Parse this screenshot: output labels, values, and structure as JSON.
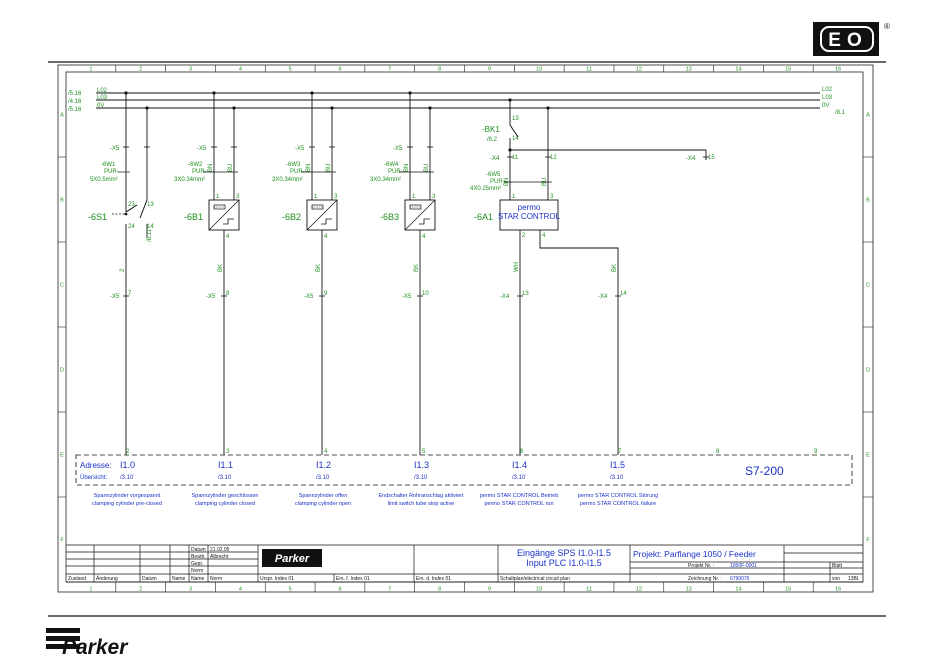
{
  "logo": {
    "eo_text": "EO",
    "registered": "®",
    "parker_text": "Parker"
  },
  "frame": {
    "columns": [
      "1",
      "2",
      "3",
      "4",
      "5",
      "6",
      "7",
      "8",
      "9",
      "10",
      "11",
      "12",
      "13",
      "14",
      "15",
      "16"
    ],
    "rows": [
      "A",
      "B",
      "C",
      "D",
      "E",
      "F"
    ]
  },
  "rails": [
    {
      "left": "/5.16",
      "name": "L02",
      "right_label": "L02"
    },
    {
      "left": "/4.16",
      "name": "L03",
      "right_label": "L03"
    },
    {
      "left": "/5.16",
      "name": "0V",
      "right_label": "0V",
      "right_ref": "/8.1"
    }
  ],
  "circuits": {
    "s1": {
      "term_top": "-X5",
      "cable": "-6W1",
      "cable_type": "PUR-",
      "cable_size": "5X0.5mm²",
      "pin_a": "23",
      "pin_b": "13",
      "pin_c": "24",
      "pin_d": "14",
      "name": "-6S1",
      "ref": "/6.11",
      "mid": "2",
      "term_bottom": "-X5",
      "term_num": "7"
    },
    "b1": {
      "term_top": "-X5",
      "cable": "-6W2",
      "cable_type": "PUR-",
      "cable_size": "3X0.34mm²",
      "wire1": "BN",
      "wire2": "BU",
      "pin1": "1",
      "pin3": "3",
      "pin4": "4",
      "name": "-6B1",
      "wire_out": "BK",
      "term_bottom": "-X5",
      "term_num": "8"
    },
    "b2": {
      "term_top": "-X5",
      "cable": "-6W3",
      "cable_type": "PUR-",
      "cable_size": "3X0.34mm²",
      "wire1": "BN",
      "wire2": "BU",
      "pin1": "1",
      "pin3": "3",
      "pin4": "4",
      "name": "-6B2",
      "wire_out": "BK",
      "term_bottom": "-X5",
      "term_num": "9"
    },
    "b3": {
      "term_top": "-X5",
      "cable": "-6W4",
      "cable_type": "PUR-",
      "cable_size": "3X0.34mm²",
      "wire1": "BN",
      "wire2": "BU",
      "pin1": "1",
      "pin3": "3",
      "pin4": "4",
      "name": "-6B3",
      "wire_out": "BK",
      "term_bottom": "-X5",
      "term_num": "10"
    },
    "a1": {
      "relay": "-BK1",
      "relay_ref": "/8.2",
      "relay_pin_top": "13",
      "relay_pin_bot": "14",
      "term_top": "-X4",
      "pin11": "11",
      "pin12": "12",
      "cable": "-6W5",
      "cable_type": "PUR-",
      "cable_size": "4X0.25mm²",
      "wire1": "BN",
      "wire2": "BU",
      "pin1": "1",
      "pin3": "3",
      "pin2": "2",
      "pin4": "4",
      "box_line1": "permo",
      "box_line2": "STAR CONTROL",
      "name": "-6A1",
      "wire_out1": "WH",
      "wire_out2": "BK",
      "term_b1": "-X4",
      "term_b1_num": "13",
      "term_b2": "-X4",
      "term_b2_num": "14",
      "term_right": "-X4",
      "term_right_num": "15"
    }
  },
  "plc": {
    "addr_label": "Adresse:",
    "overview_label": "Übersicht:",
    "pins": [
      "2",
      "3",
      "4",
      "5",
      "6",
      "7",
      "8",
      "9"
    ],
    "inputs": [
      {
        "addr": "I1.0",
        "ref": "/3.10"
      },
      {
        "addr": "I1.1",
        "ref": "/3.10"
      },
      {
        "addr": "I1.2",
        "ref": "/3.10"
      },
      {
        "addr": "I1.3",
        "ref": "/3.10"
      },
      {
        "addr": "I1.4",
        "ref": "/3.10"
      },
      {
        "addr": "I1.5",
        "ref": "/3.10"
      }
    ],
    "model": "S7-200"
  },
  "descriptions": [
    {
      "de": "Spannzylinder vorgespannt",
      "en": "clamping cylinder pre-closed"
    },
    {
      "de": "Spannzylinder geschlossen",
      "en": "clamping cylinder closed"
    },
    {
      "de": "Spannzylinder offen",
      "en": "clamping cylinder open"
    },
    {
      "de": "Endschalter Rohranschlag aktiviert",
      "en": "limit switch tube stop active"
    },
    {
      "de": "permo STAR CONTROL Betrieb",
      "en": "permo STAR CONTROL run"
    },
    {
      "de": "permo STAR CONTROL Störung",
      "en": "permo STAR CONTROL failure"
    }
  ],
  "titleblock": {
    "datum": "Datum",
    "datum_val": "21.02.05",
    "bearb": "Bearb.",
    "bearb_val": "Albrecht",
    "gepr": "Gepr.",
    "norm": "Norm",
    "zustand": "Zustand",
    "aenderung": "Änderung",
    "datum2": "Datum",
    "name": "Name",
    "name2": "Name",
    "norm2": "Norm",
    "urspr": "Urspr. Index 01",
    "ers1": "Ers. f. Index 01",
    "ers2": "Ers. d. Index 01",
    "title_de": "Eingänge SPS I1.0-I1.5",
    "title_en": "Input PLC I1.0-I1.5",
    "subtitle": "Schaltplan/electrical circuit plan",
    "project": "Projekt: Parflange 1050 / Feeder",
    "projekt_nr_label": "Projekt Nr. :",
    "projekt_nr": "1050F-0001",
    "zeichnung_label": "Zeichnung Nr. :",
    "zeichnung": "6790076",
    "blatt": "Blatt",
    "von": "von",
    "von_val": "13Bl."
  }
}
